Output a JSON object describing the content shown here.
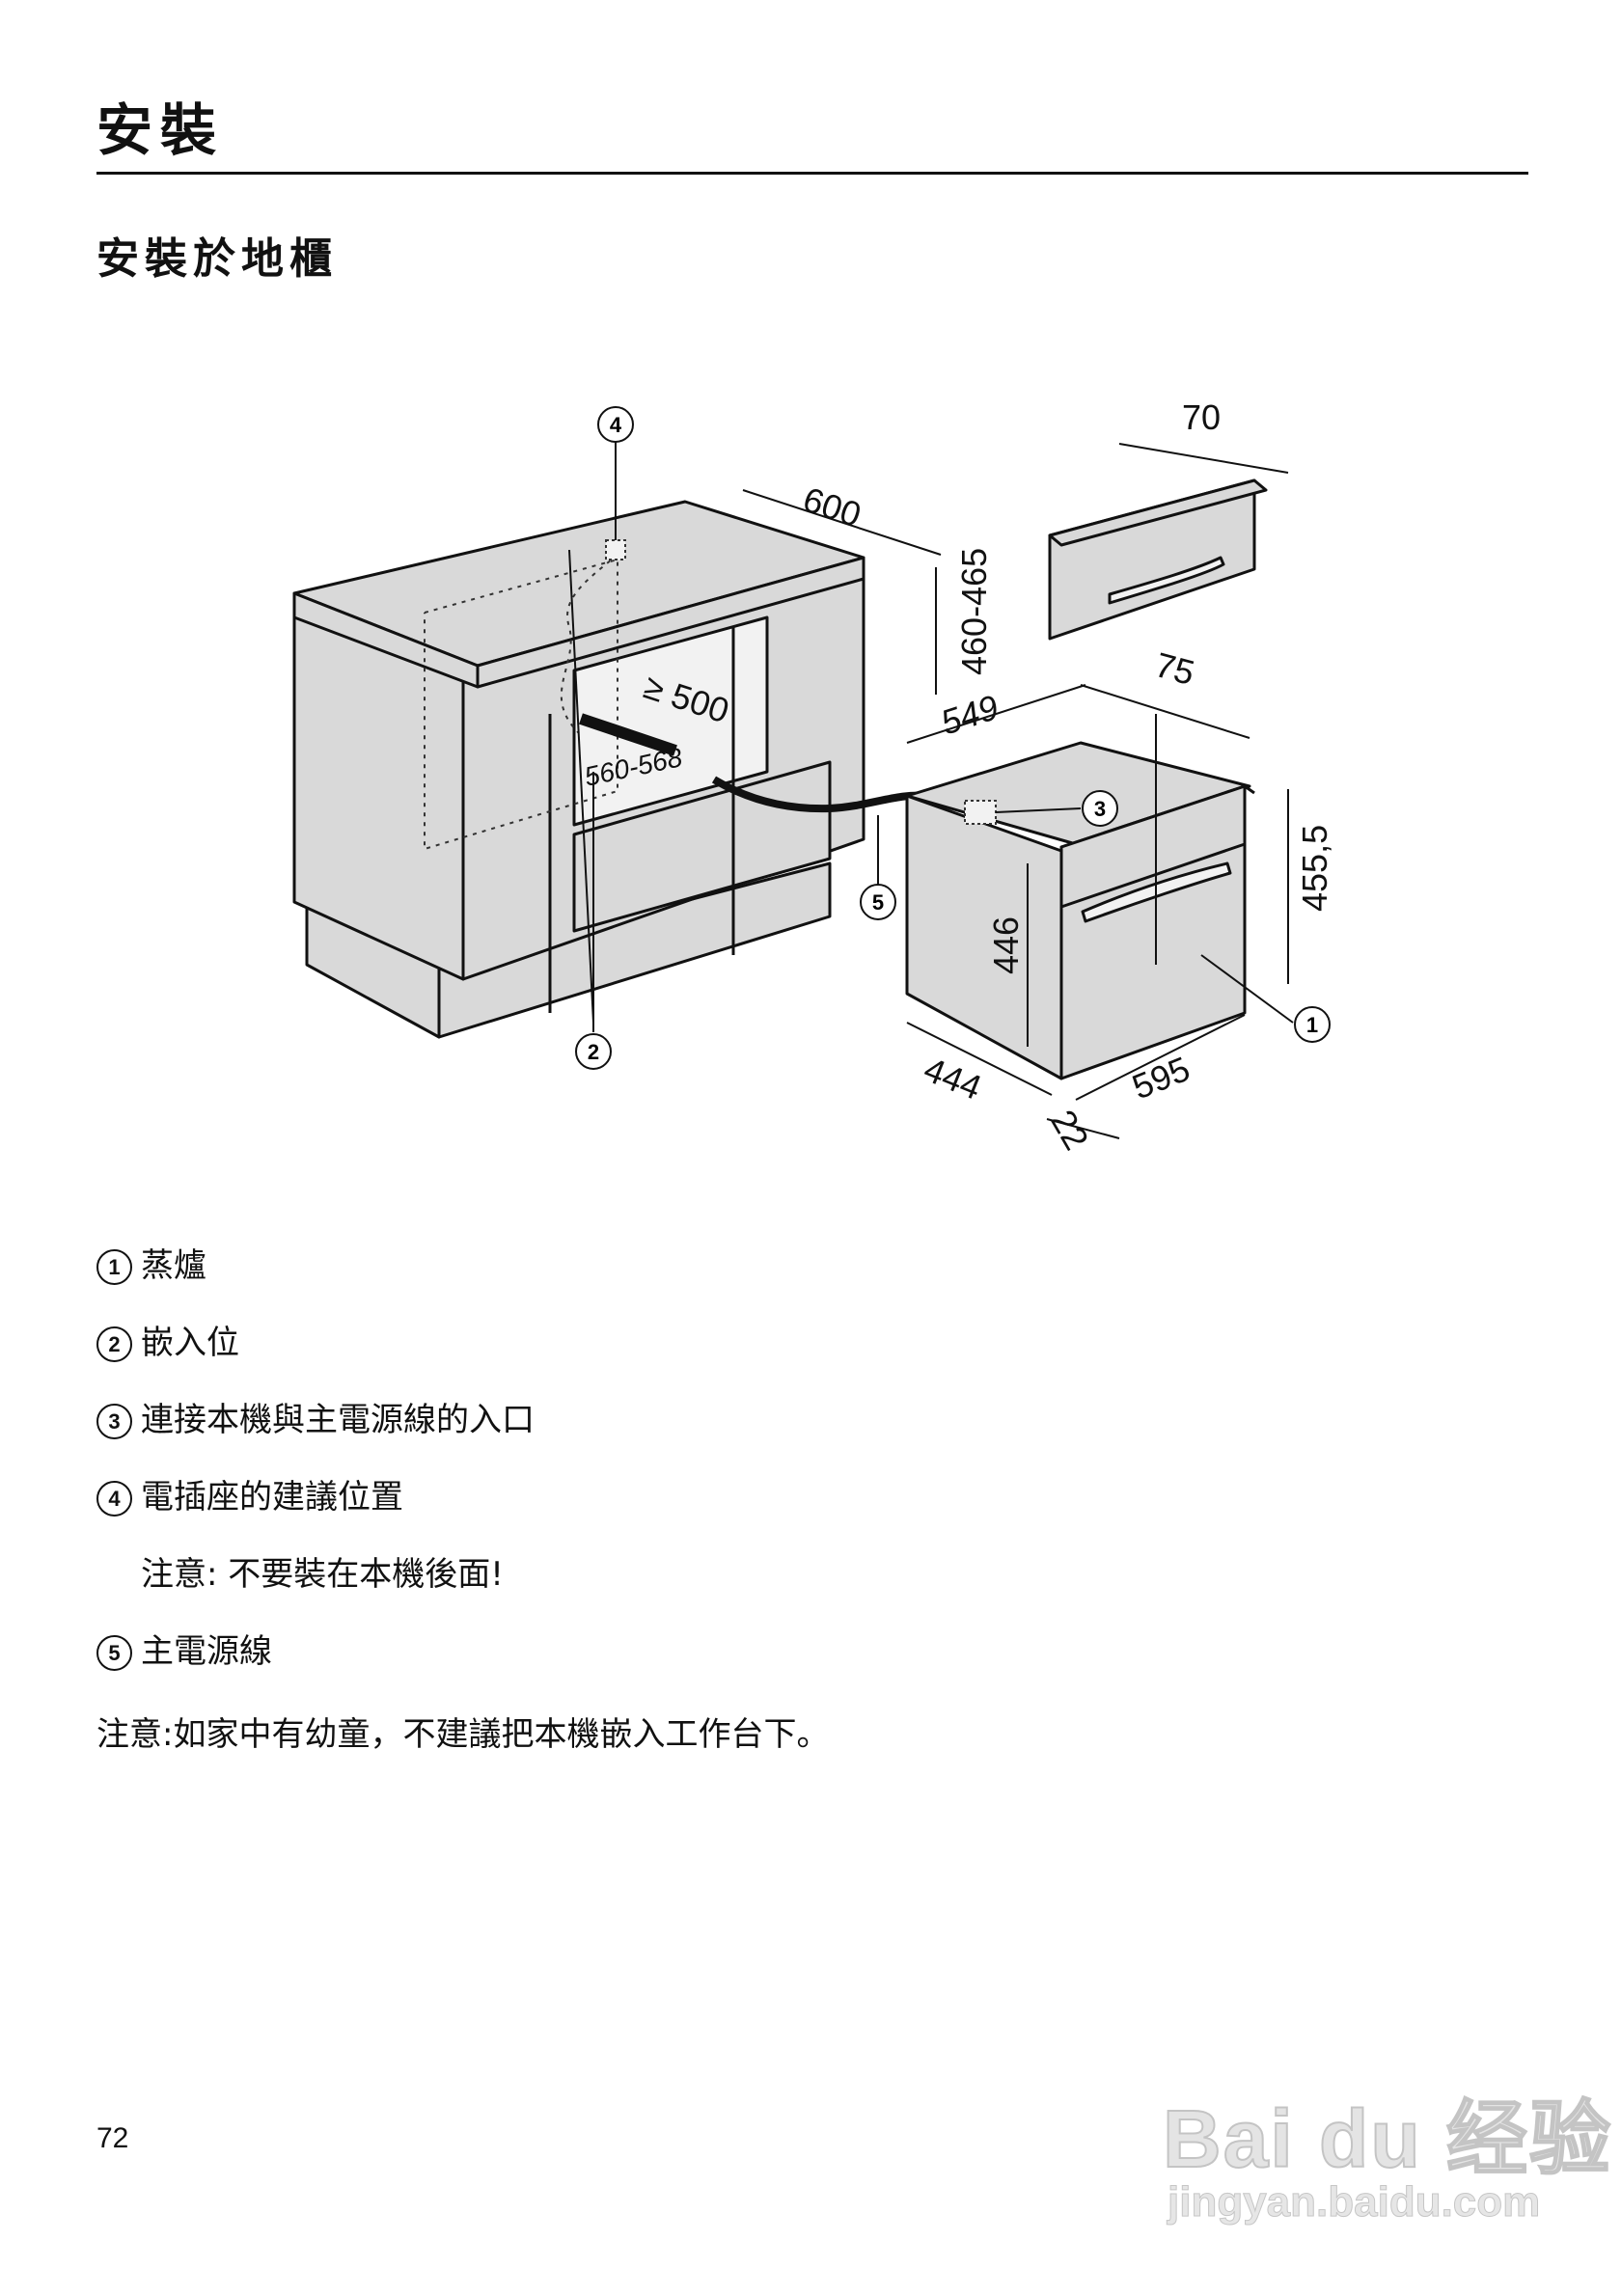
{
  "header": {
    "title": "安裝",
    "section_title": "安裝於地櫃"
  },
  "diagram": {
    "callouts": [
      "1",
      "2",
      "3",
      "4",
      "5"
    ],
    "dimensions": {
      "cabinet_depth": "600",
      "niche_height": "460-465",
      "niche_depth_min": "≥ 500",
      "niche_width": "560-568",
      "oven_depth": "549",
      "front_panel_depth": "70",
      "top_offset": "75",
      "oven_height": "446",
      "front_height": "455,5",
      "oven_width_body": "444",
      "front_width": "595",
      "front_thickness": "22"
    }
  },
  "legend": [
    {
      "num": "1",
      "text": "蒸爐"
    },
    {
      "num": "2",
      "text": "嵌入位"
    },
    {
      "num": "3",
      "text": "連接本機與主電源線的入口"
    },
    {
      "num": "4",
      "text": "電插座的建議位置",
      "sub": "注意: 不要裝在本機後面!"
    },
    {
      "num": "5",
      "text": "主電源線"
    }
  ],
  "note": "注意:如家中有幼童，不建議把本機嵌入工作台下。",
  "page_number": "72",
  "watermark": {
    "brand": "Bai du 经验",
    "url": "jingyan.baidu.com"
  }
}
